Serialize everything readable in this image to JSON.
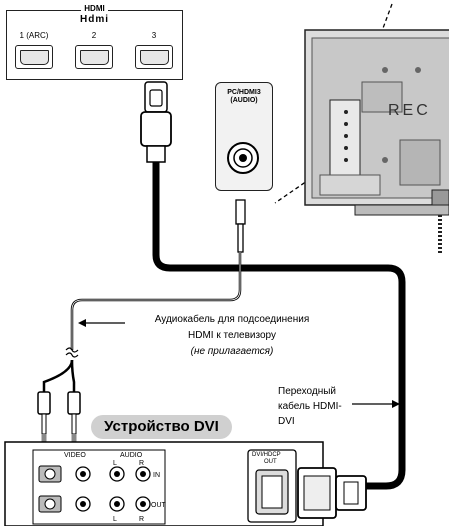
{
  "hdmi_panel": {
    "header": "HDMI",
    "logo": "Hdmi",
    "ports": [
      "1 (ARC)",
      "2",
      "3"
    ]
  },
  "audio_jack": {
    "label_line1": "PC/HDMI3",
    "label_line2": "(AUDIO)"
  },
  "tv": {
    "brand_text": "REC"
  },
  "annotations": {
    "audio_cable_line1": "Аудиокабель для подсоединения",
    "audio_cable_line2": "HDMI к телевизору",
    "audio_cable_line3": "(не прилагается)",
    "adapter_line1": "Переходный",
    "adapter_line2": "кабель HDMI-",
    "adapter_line3": "DVI"
  },
  "dvi_device": {
    "title": "Устройство DVI",
    "video_label": "VIDEO",
    "audio_label": "AUDIO",
    "l_label": "L",
    "r_label": "R",
    "in_label": "IN",
    "out_label": "OUT",
    "bottom_l": "L",
    "bottom_r": "R",
    "dvi_port_line1": "DVI/HDCP",
    "dvi_port_line2": "OUT"
  }
}
